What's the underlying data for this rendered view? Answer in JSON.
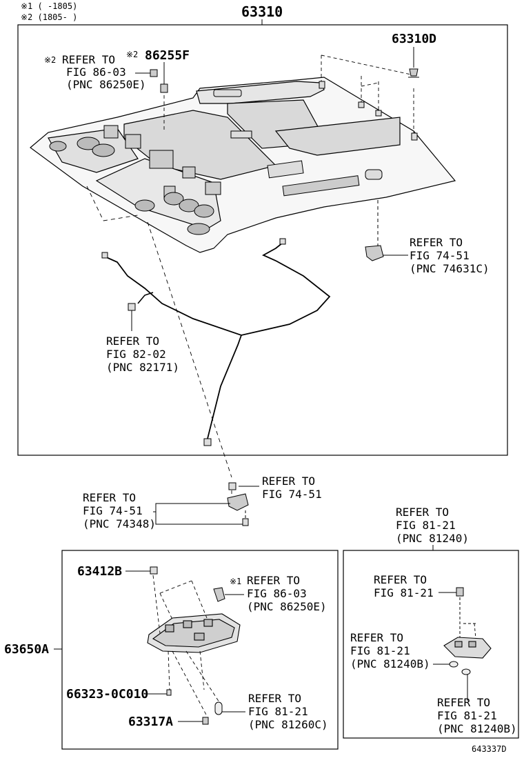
{
  "notes": {
    "note1": "※1 (    -1805)",
    "note2": "※2 (1805-     )"
  },
  "main_part": "63310",
  "headliner_box": {
    "part_clip": "63310D",
    "part_fastener": "86255F",
    "mark_fastener": "※2",
    "ref_upper_left": {
      "mark": "※2",
      "line1": "REFER TO",
      "line2": "FIG 86-03",
      "line3": "(PNC 86250E)"
    },
    "ref_right": {
      "line1": "REFER TO",
      "line2": "FIG 74-51",
      "line3": "(PNC 74631C)"
    },
    "ref_wire": {
      "line1": "REFER TO",
      "line2": "FIG 82-02",
      "line3": "(PNC 82171)"
    }
  },
  "middle": {
    "ref_right": {
      "line1": "REFER TO",
      "line2": "FIG 74-51"
    },
    "ref_left": {
      "line1": "REFER TO",
      "line2": "FIG 74-51",
      "line3": "(PNC 74348)"
    }
  },
  "console_box": {
    "part_assembly": "63650A",
    "part_cap": "63412B",
    "part_screw_small": "66323-0C010",
    "part_screw": "63317A",
    "ref_upper": {
      "mark": "※1",
      "line1": "REFER TO",
      "line2": "FIG 86-03",
      "line3": "(PNC 86250E)"
    },
    "ref_lower": {
      "line1": "REFER TO",
      "line2": "FIG 81-21",
      "line3": "(PNC 81260C)"
    }
  },
  "lamp_box": {
    "ref_top": {
      "line1": "REFER TO",
      "line2": "FIG 81-21",
      "line3": "(PNC 81240)"
    },
    "ref_screw": {
      "line1": "REFER TO",
      "line2": "FIG 81-21"
    },
    "ref_left": {
      "line1": "REFER TO",
      "line2": "FIG 81-21",
      "line3": "(PNC 81240B)"
    },
    "ref_bottom": {
      "line1": "REFER TO",
      "line2": "FIG 81-21",
      "line3": "(PNC 81240B)"
    }
  },
  "diagram_code": "643337D"
}
